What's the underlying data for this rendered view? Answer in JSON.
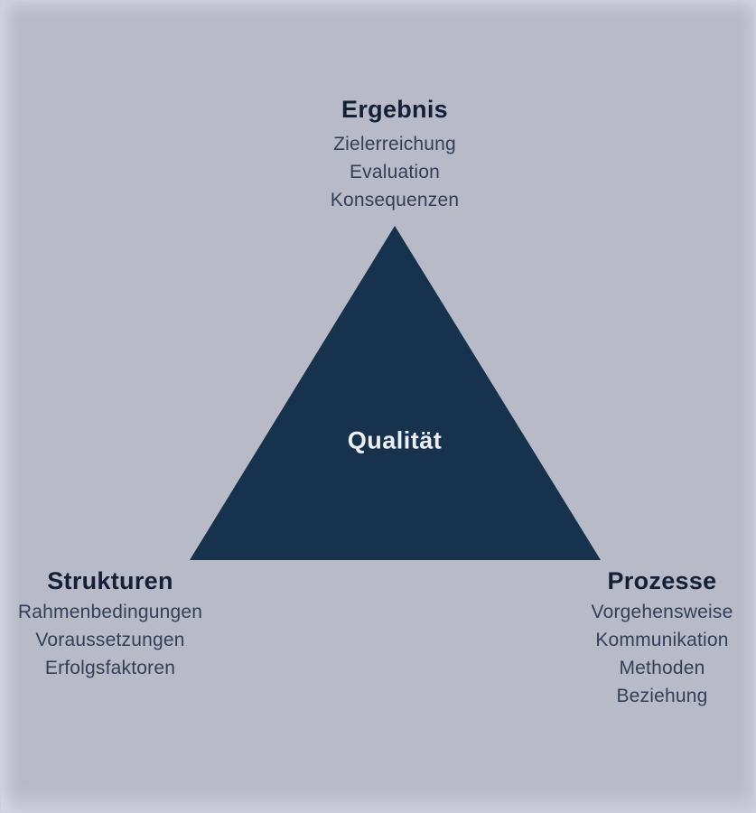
{
  "colors": {
    "background": "#b8bac7",
    "triangle": "#16324d",
    "heading": "#141f38",
    "subtext": "#333e59",
    "center_text": "#eef0f5"
  },
  "diagram": {
    "type": "triangle-model",
    "center": {
      "label": "Qualität"
    },
    "top": {
      "heading": "Ergebnis",
      "items": [
        "Zielerreichung",
        "Evaluation",
        "Konsequenzen"
      ]
    },
    "bottom_left": {
      "heading": "Strukturen",
      "items": [
        "Rahmenbedingungen",
        "Voraussetzungen",
        "Erfolgsfaktoren"
      ]
    },
    "bottom_right": {
      "heading": "Prozesse",
      "items": [
        "Vorgehensweise",
        "Kommunikation",
        "Methoden",
        "Beziehung"
      ]
    }
  }
}
